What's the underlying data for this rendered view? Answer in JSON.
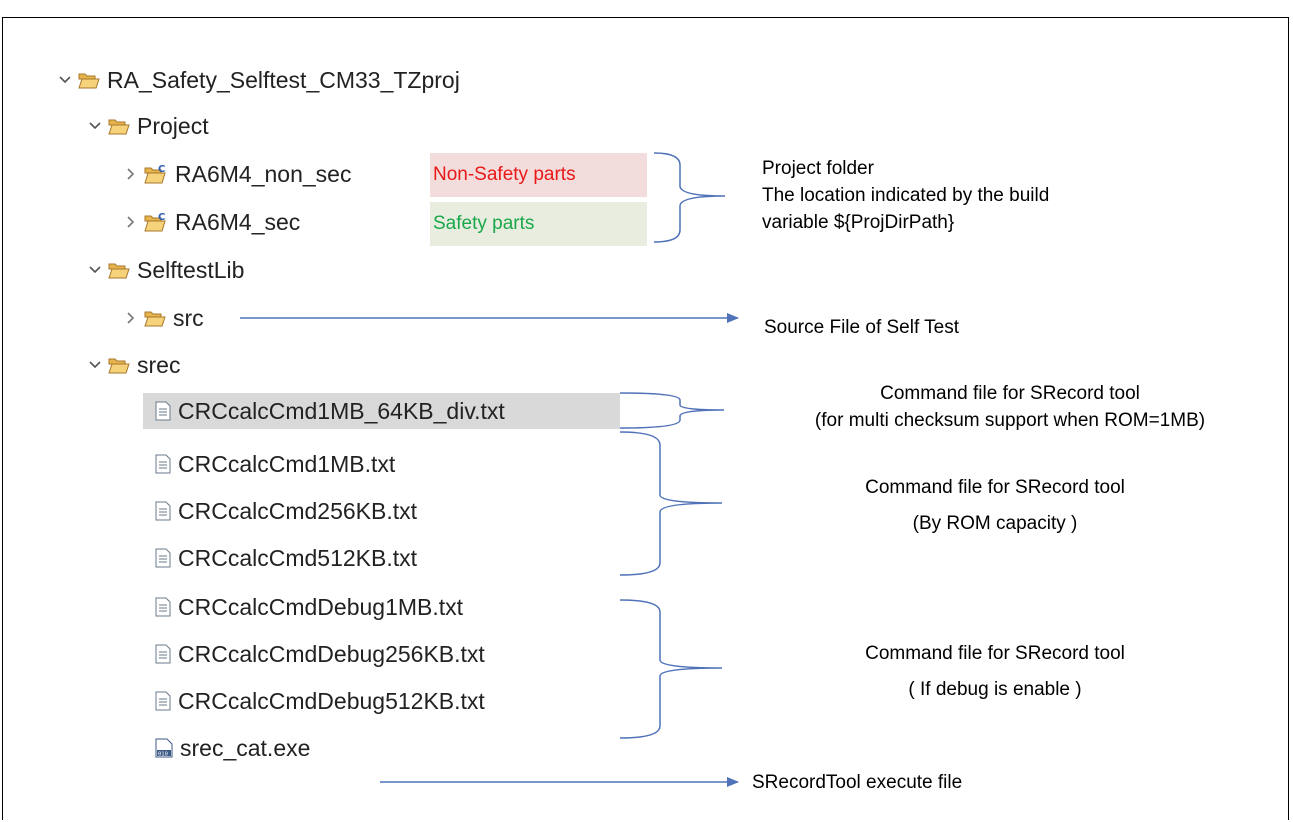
{
  "tree": {
    "root": "RA_Safety_Selftest_CM33_TZproj",
    "project": "Project",
    "non_sec": "RA6M4_non_sec",
    "sec": "RA6M4_sec",
    "selftestlib": "SelftestLib",
    "src": "src",
    "srec": "srec",
    "files": [
      "CRCcalcCmd1MB_64KB_div.txt",
      "CRCcalcCmd1MB.txt",
      "CRCcalcCmd256KB.txt",
      "CRCcalcCmd512KB.txt",
      "CRCcalcCmdDebug1MB.txt",
      "CRCcalcCmdDebug256KB.txt",
      "CRCcalcCmdDebug512KB.txt"
    ],
    "exe": "srec_cat.exe"
  },
  "tags": {
    "non_safety": "Non-Safety parts",
    "safety": "Safety parts"
  },
  "notes": {
    "project_folder_1": "Project folder",
    "project_folder_2": "The location indicated by the build",
    "project_folder_3": "variable ${ProjDirPath}",
    "source_file": "Source File of Self Test",
    "cmd_div_1": "Command file for SRecord tool",
    "cmd_div_2": "(for multi checksum support when ROM=1MB)",
    "cmd_rom_1": "Command file for SRecord tool",
    "cmd_rom_2": "(By ROM capacity )",
    "cmd_debug_1": "Command file for SRecord tool",
    "cmd_debug_2": "( If debug is enable )",
    "exe_note": "SRecordTool execute file"
  },
  "colors": {
    "non_safety_text": "#e81818",
    "non_safety_bg": "#f3dcdc",
    "safety_text": "#1aa84a",
    "safety_bg": "#e8ede0",
    "annotation_line": "#4f72b8",
    "selection_bg": "#d9d9d9"
  },
  "icons": {
    "expanded": "chevron-down-icon",
    "collapsed": "chevron-right-icon",
    "folder": "open-folder-icon",
    "c_project": "c-project-icon",
    "text_file": "text-file-icon",
    "binary_file": "binary-file-icon"
  }
}
